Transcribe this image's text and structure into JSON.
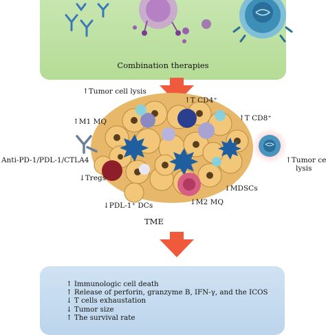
{
  "top_panel": {
    "label": "Combination therapies"
  },
  "tme_diagram": {
    "labels": {
      "tumor_cell_lysis_top": "↑Tumor cell lysis",
      "t_cd4": "↑T CD4⁺",
      "t_cd8": "↑T CD8⁺",
      "m1_mq": "↑M1 MQ",
      "checkpoint_inhibitors": "Anti-PD-1/PDL-1/CTLA4",
      "tumor_cell_lysis_right_1": "↑Tumor cell",
      "tumor_cell_lysis_right_2": "lysis",
      "tregs": "↓Tregs",
      "mdscs": "↓MDSCs",
      "m2_mq": "↓M2 MQ",
      "pdl1_dcs": "↓PDL-1⁺ DCs",
      "tme": "TME"
    }
  },
  "outcomes": {
    "items": [
      "↑ Immunologic cell death",
      "↑ Release of perforin, granzyme B, IFN-γ, and the ICOS",
      "↓ T cells exhaustation",
      "↓ Tumor size",
      "↑ The survival rate"
    ]
  },
  "colors": {
    "top_panel": "#b9de9b",
    "bottom_panel": "#c4daee",
    "arrow": "#ef5a3c",
    "tumor_cell": "#f3c77a",
    "dc_cell": "#1f5fa0",
    "t_cell": "#2b3f8f"
  }
}
